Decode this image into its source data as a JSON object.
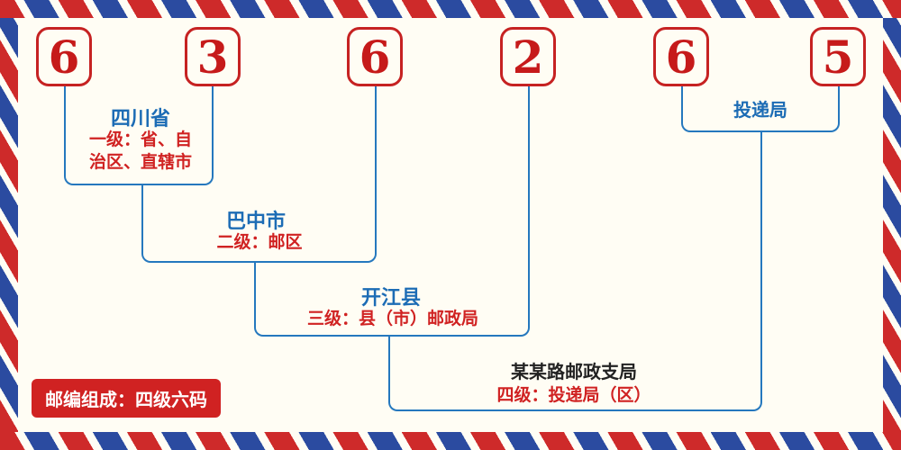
{
  "digits": [
    "6",
    "3",
    "6",
    "2",
    "6",
    "5"
  ],
  "levels": [
    {
      "name": "四川省",
      "desc_line1": "一级：省、自",
      "desc_line2": "治区、直辖市"
    },
    {
      "name": "巴中市",
      "desc": "二级：邮区"
    },
    {
      "name": "开江县",
      "desc": "三级：县（市）邮政局"
    },
    {
      "name": "某某路邮政支局",
      "desc": "四级：投递局（区）"
    },
    {
      "name": "投递局"
    }
  ],
  "badge": {
    "text": "邮编组成：四级六码"
  },
  "colors": {
    "digit_red": "#c61a1a",
    "line_blue": "#2578be",
    "name_blue": "#1c6cb5",
    "desc_red": "#d02222",
    "stripe_red": "#ce2a2a",
    "stripe_blue": "#2b4ba0",
    "background": "#fffdf4"
  }
}
